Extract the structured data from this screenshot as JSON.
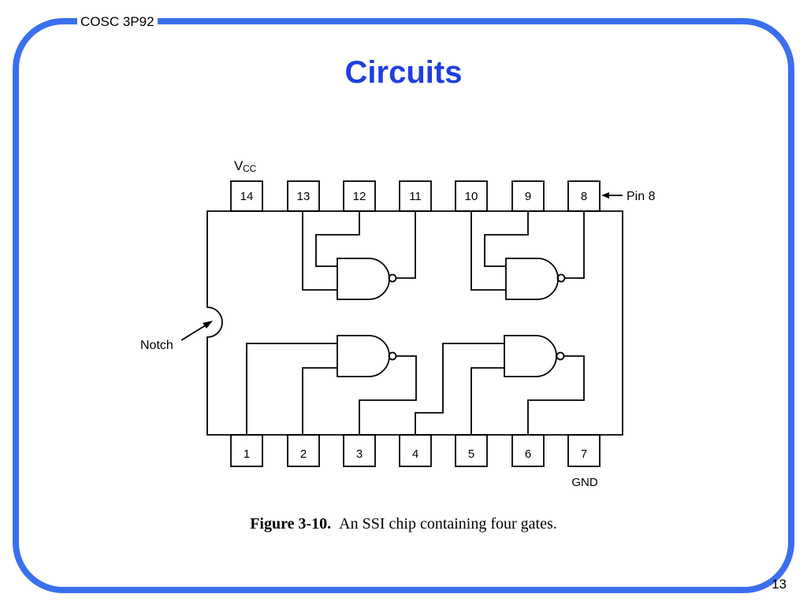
{
  "header": {
    "course": "COSC 3P92"
  },
  "slide": {
    "title": "Circuits",
    "page_number": "13"
  },
  "chip": {
    "top_pins": [
      "14",
      "13",
      "12",
      "11",
      "10",
      "9",
      "8"
    ],
    "bottom_pins": [
      "1",
      "2",
      "3",
      "4",
      "5",
      "6",
      "7"
    ],
    "vcc_main": "V",
    "vcc_sub": "CC",
    "gnd_label": "GND",
    "notch_label": "Notch",
    "pin8_label": "Pin 8"
  },
  "figure": {
    "caption_lead": "Figure 3-10.",
    "caption_text": "An SSI chip containing four gates."
  },
  "colors": {
    "frame": "#3a6ff0",
    "title": "#1f3fe0"
  }
}
